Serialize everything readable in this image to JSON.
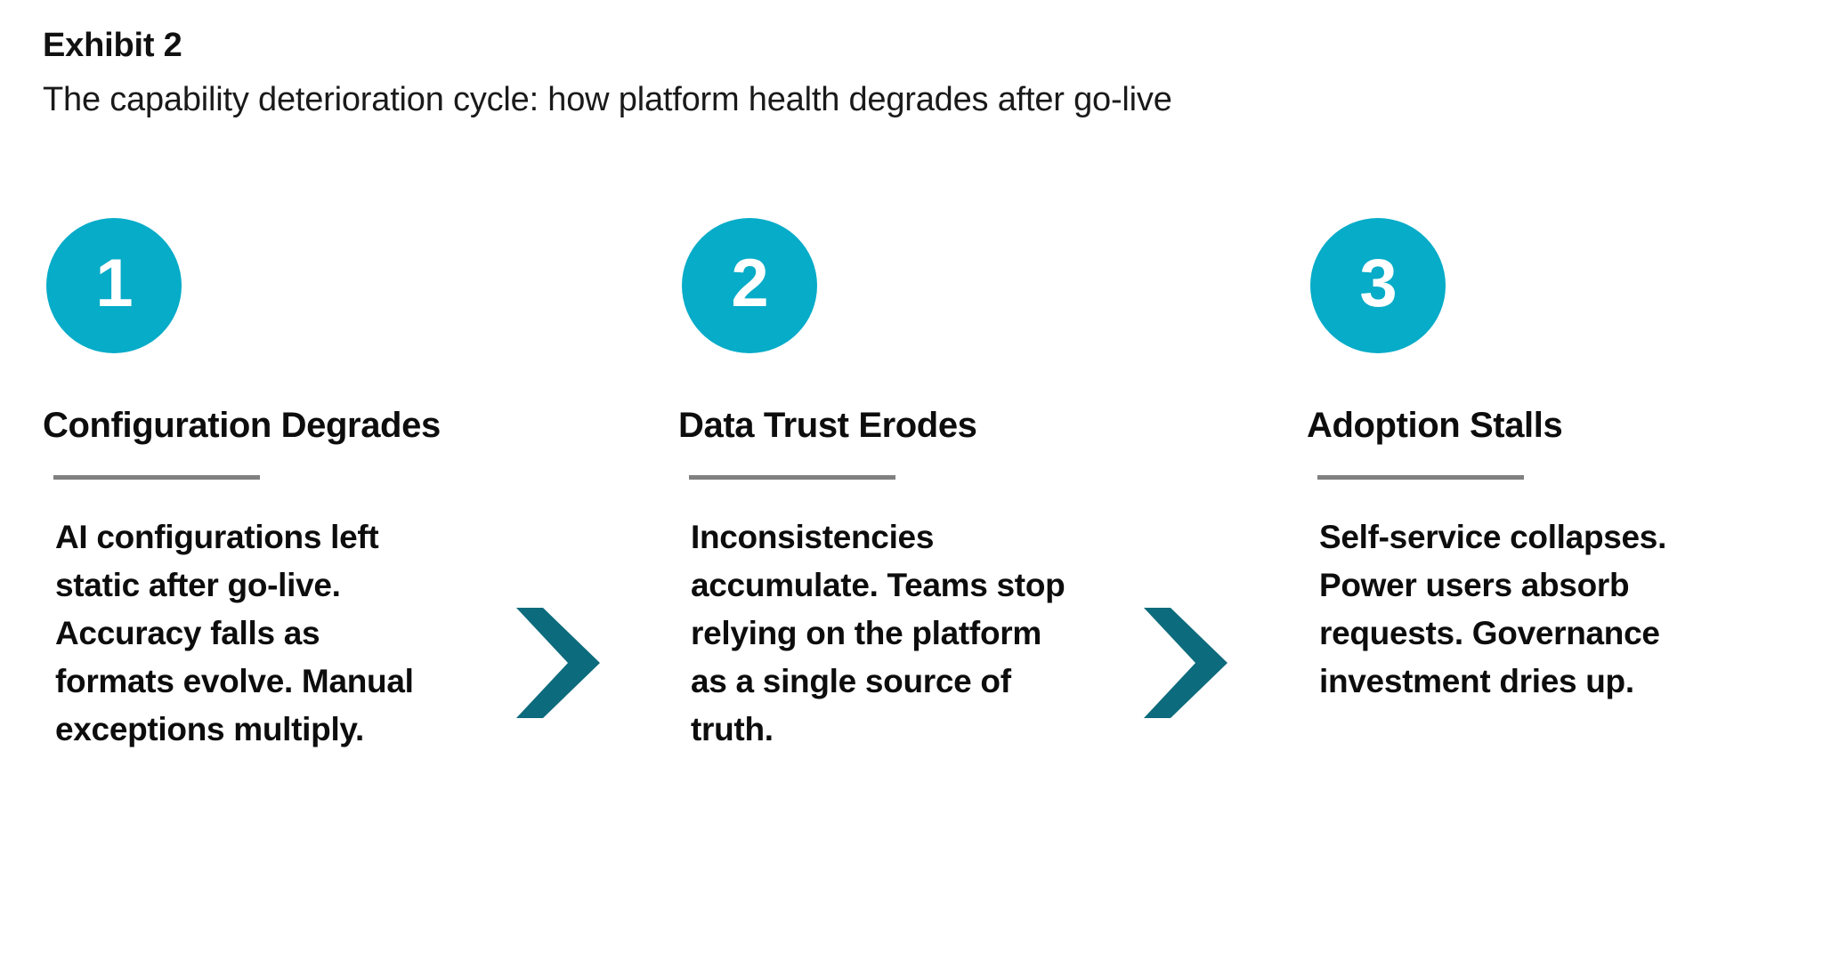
{
  "header": {
    "title": "Exhibit 2",
    "subtitle": "The capability deterioration cycle: how platform health degrades after go-live"
  },
  "colors": {
    "badge_fill": "#06ACC8",
    "badge_text": "#FFFFFF",
    "arrow_fill": "#0C6B7C",
    "divider": "#808080",
    "text": "#0D0D0D",
    "background": "#FFFFFF"
  },
  "steps": [
    {
      "number": "1",
      "title": "Configuration Degrades",
      "body": "AI configurations left static after go-live. Accuracy falls as formats evolve. Manual exceptions multiply."
    },
    {
      "number": "2",
      "title": "Data Trust Erodes",
      "body": "Inconsistencies accumulate. Teams stop relying on the platform as a single source of truth."
    },
    {
      "number": "3",
      "title": "Adoption Stalls",
      "body": "Self-service collapses. Power users absorb requests. Governance investment dries up."
    }
  ],
  "arrows": [
    {
      "name": "chevron-right-icon",
      "between": "step-1-to-step-2"
    },
    {
      "name": "chevron-right-icon",
      "between": "step-2-to-step-3"
    }
  ]
}
